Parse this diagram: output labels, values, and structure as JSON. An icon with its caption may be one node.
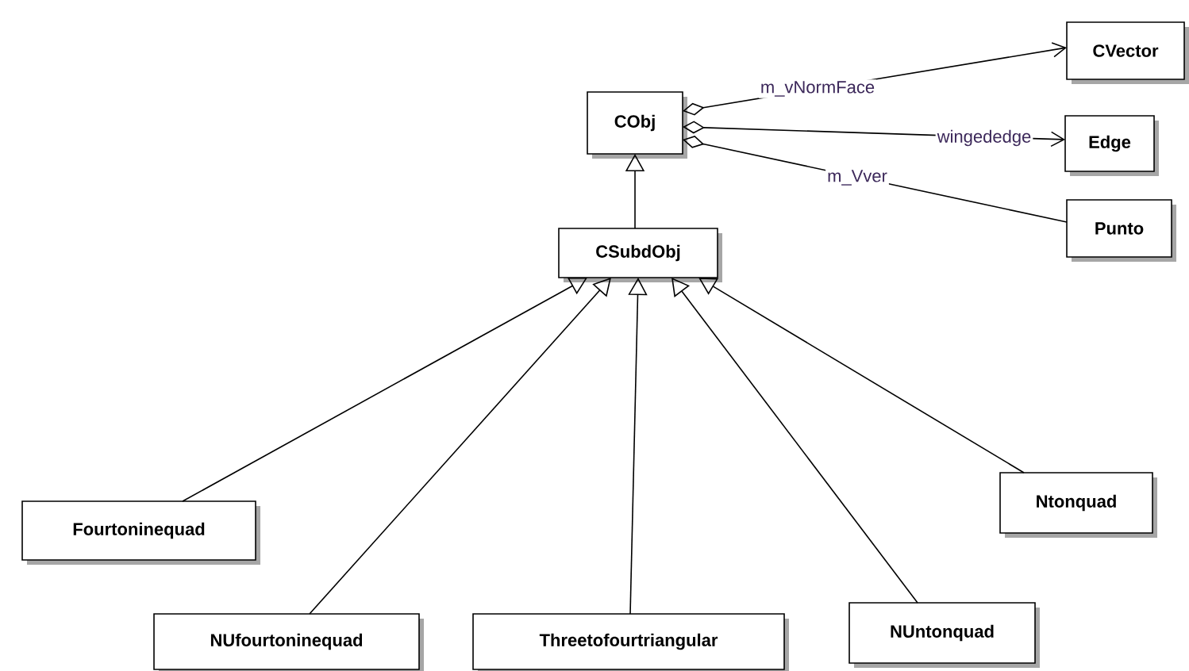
{
  "diagram": {
    "nodes": [
      {
        "text": [
          "CObj"
        ]
      },
      {
        "text": [
          "CVector"
        ]
      },
      {
        "text": [
          "Edge"
        ]
      },
      {
        "text": [
          "Punto"
        ]
      },
      {
        "text": [
          "CSubdObj"
        ]
      },
      {
        "text": [
          "Fourtoninequad"
        ]
      },
      {
        "text": [
          "Ntonquad"
        ]
      },
      {
        "text": [
          "NUfourtoninequad"
        ]
      },
      {
        "text": [
          "Threetofourtriangular"
        ]
      },
      {
        "text": [
          "NUntonquad"
        ]
      }
    ],
    "edges": [
      {
        "from": 0,
        "to": 1,
        "arrow": "to",
        "label": "m_vNormFace"
      },
      {
        "from": 0,
        "to": 2,
        "arrow": "to",
        "label": "wingededge"
      },
      {
        "from": 0,
        "to": 3,
        "arrow": "other",
        "label": "m_Vver"
      },
      {
        "from": 4,
        "to": 0,
        "arrow": "to"
      },
      {
        "from": 5,
        "to": 4,
        "arrow": "to"
      },
      {
        "from": 7,
        "to": 4,
        "arrow": "to"
      },
      {
        "from": 8,
        "to": 4,
        "arrow": "to"
      },
      {
        "from": 9,
        "to": 4,
        "arrow": "to"
      },
      {
        "from": 6,
        "to": 4,
        "arrow": "to"
      }
    ]
  }
}
